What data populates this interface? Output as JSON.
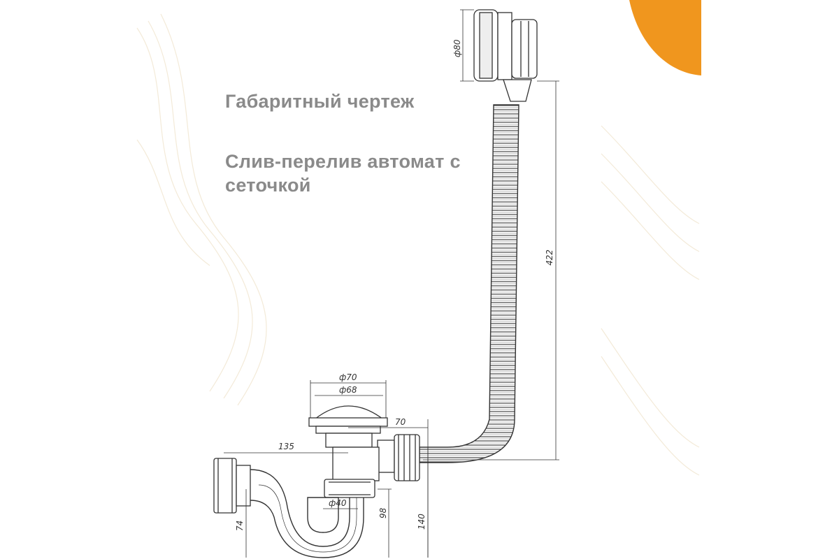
{
  "heading": "Габаритный чертеж",
  "description": "Слив-перелив автомат с сеточкой",
  "accent_color": "#f0961e",
  "dimensions": {
    "overflow_diameter": "ф80",
    "hose_length": "422",
    "cap_outer_diameter": "ф70",
    "cap_inner_diameter": "ф68",
    "side_offset": "70",
    "trap_width": "135",
    "bottom_diameter": "ф40",
    "trap_depth": "74",
    "bottom_height": "98",
    "total_height": "140"
  }
}
